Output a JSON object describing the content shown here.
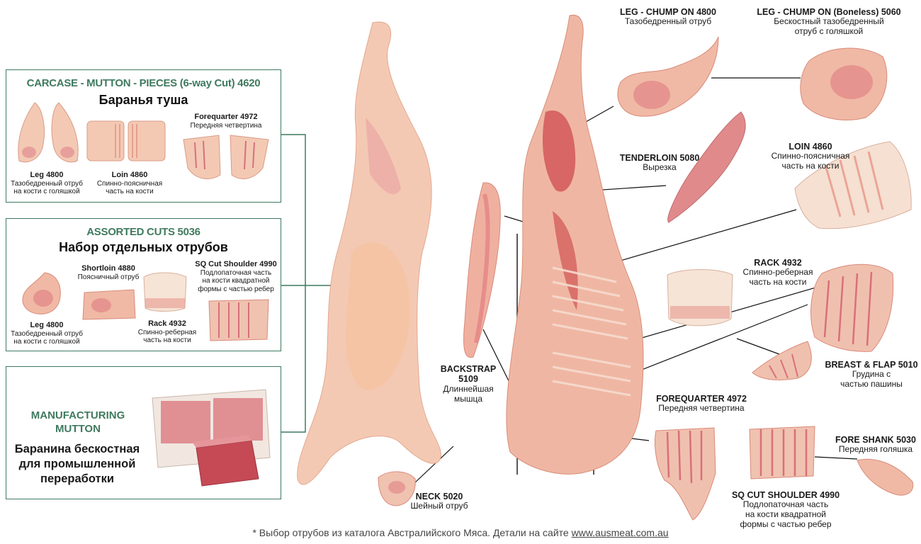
{
  "colors": {
    "accent": "#3f7a5f",
    "meat_light": "#f3c9b4",
    "meat_dark": "#c83b3b",
    "fat": "#f6e4d6"
  },
  "panels": {
    "carcase": {
      "title_en": "CARCASE - MUTTON - PIECES (6-way Cut) 4620",
      "title_ru": "Баранья туша",
      "leg": {
        "en": "Leg 4800",
        "ru1": "Тазобедренный отруб",
        "ru2": "на кости с голяшкой"
      },
      "loin": {
        "en": "Loin 4860",
        "ru1": "Спинно-поясничная",
        "ru2": "часть на кости"
      },
      "forequarter": {
        "en": "Forequarter 4972",
        "ru1": "Передняя четвертина"
      }
    },
    "assorted": {
      "title_en": "ASSORTED CUTS 5036",
      "title_ru": "Набор отдельных отрубов",
      "shortloin": {
        "en": "Shortloin 4880",
        "ru1": "Поясничный отруб"
      },
      "sq_shoulder": {
        "en": "SQ Cut Shoulder 4990",
        "ru1": "Подлопаточная часть",
        "ru2": "на кости квадратной",
        "ru3": "формы с частью ребер"
      },
      "leg": {
        "en": "Leg 4800",
        "ru1": "Тазобедренный отруб",
        "ru2": "на кости с голяшкой"
      },
      "rack": {
        "en": "Rack 4932",
        "ru1": "Спинно-реберная",
        "ru2": "часть на кости"
      }
    },
    "manufacturing": {
      "title_en1": "MANUFACTURING",
      "title_en2": "MUTTON",
      "title_ru1": "Баранина бескостная",
      "title_ru2": "для промышленной",
      "title_ru3": "переработки"
    }
  },
  "cuts": {
    "leg_chump": {
      "en": "LEG - CHUMP ON 4800",
      "ru1": "Тазобедренный отруб"
    },
    "leg_chump_boneless": {
      "en": "LEG - CHUMP ON (Boneless) 5060",
      "ru1": "Бескостный тазобедренный",
      "ru2": "отруб с голяшкой"
    },
    "tenderloin": {
      "en": "TENDERLOIN 5080",
      "ru1": "Вырезка"
    },
    "loin": {
      "en": "LOIN 4860",
      "ru1": "Спинно-поясничная",
      "ru2": "часть на кости"
    },
    "rack": {
      "en": "RACK 4932",
      "ru1": "Спинно-реберная",
      "ru2": "часть на кости"
    },
    "breast_flap": {
      "en": "BREAST & FLAP 5010",
      "ru1": "Грудина с",
      "ru2": "частью пашины"
    },
    "backstrap": {
      "en1": "BACKSTRAP",
      "en2": "5109",
      "ru1": "Длиннейшая",
      "ru2": "мышца"
    },
    "forequarter": {
      "en": "FOREQUARTER 4972",
      "ru1": "Передняя четвертина"
    },
    "fore_shank": {
      "en": "FORE SHANK 5030",
      "ru1": "Передняя голяшка"
    },
    "neck": {
      "en": "NECK 5020",
      "ru1": "Шейный отруб"
    },
    "sq_shoulder": {
      "en": "SQ CUT SHOULDER 4990",
      "ru1": "Подлопаточная часть",
      "ru2": "на кости квадратной",
      "ru3": "формы с частью ребер"
    }
  },
  "footer": {
    "text": "* Выбор отрубов из каталога Австралийского Мяса. Детали на сайте ",
    "link": "www.ausmeat.com.au"
  }
}
